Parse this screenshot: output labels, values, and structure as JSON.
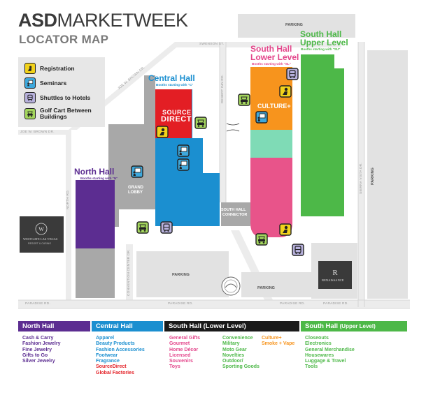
{
  "header": {
    "brand_bold": "ASD",
    "brand_light": "MARKETWEEK",
    "subtitle": "LOCATOR MAP"
  },
  "legend": {
    "items": [
      {
        "label": "Registration",
        "icon": "person-icon"
      },
      {
        "label": "Seminars",
        "icon": "presentation-icon"
      },
      {
        "label": "Shuttles to Hotels",
        "icon": "bus-icon"
      },
      {
        "label": "Golf Cart Between Buildings",
        "icon": "golf-cart-icon"
      }
    ]
  },
  "halls": {
    "central": {
      "title": "Central Hall",
      "sub": "Booths starting with \"C\""
    },
    "north": {
      "title": "North Hall",
      "sub": "Booths starting with \"N\""
    },
    "south_lower": {
      "title_1": "South Hall",
      "title_2": "Lower Level",
      "sub": "Booths starting with \"SL\""
    },
    "south_upper": {
      "title_1": "South Hall",
      "title_2": "Upper Level",
      "sub": "Booths starting with \"SU\""
    }
  },
  "areas": {
    "source_direct_1": "SOURCE",
    "source_direct_2": "DIRECT",
    "culture": "CULTURE+",
    "grand_lobby_1": "GRAND",
    "grand_lobby_2": "LOBBY",
    "connector_1": "SOUTH HALL",
    "connector_2": "CONNECTOR",
    "parking_top": "PARKING",
    "parking_right": "PARKING",
    "parking_bottom_left": "PARKING",
    "parking_bottom_right": "PARKING"
  },
  "roads": {
    "swenson": "SWENSON ST.",
    "joe_w_brown_diag": "JOE W. BROWN DR.",
    "joe_w_brown": "JOE W. BROWN DR.",
    "desert_inn": "DESERT INN RD.",
    "north_rd": "NORTH RD.",
    "convention_center": "CONVENTION CENTER DR.",
    "sierra_vista": "SIERRA VISTA DR.",
    "paradise_1": "PARADISE RD.",
    "paradise_2": "PARADISE RD.",
    "paradise_3": "PARADISE RD.",
    "paradise_4": "PARADISE RD."
  },
  "hotels": {
    "westgate_1": "WESTGATE LAS VEGAS",
    "westgate_2": "RESORT & CASINO",
    "renaissance": "RENAISSANCE"
  },
  "categories": [
    {
      "header": "North Hall",
      "color": "#5c2d91",
      "items": [
        "Cash & Carry",
        "Fashion Jewelry",
        "Fine Jewelry",
        "Gifts to Go",
        "Silver Jewelry"
      ]
    },
    {
      "header": "Central Hall",
      "color": "#1b8fd0",
      "items_blue": [
        "Apparel",
        "Beauty Products",
        "Fashion Accessories",
        "Footwear",
        "Fragrance"
      ],
      "items_red": [
        "SourceDirect",
        "Global Factories"
      ]
    },
    {
      "header": "South Hall (Lower Level)",
      "color": "#1a1a1a",
      "col1": [
        "General Gifts",
        "Gourmet",
        "Home Décor",
        "Licensed",
        "Souvenirs",
        "Toys"
      ],
      "col2": [
        "Convenience",
        "Military",
        "Moto Gear",
        "Novelties",
        "Outdoor/",
        "Sporting Goods"
      ],
      "col3": [
        "Culture+",
        "Smoke + Vape"
      ]
    },
    {
      "header": "South Hall",
      "header_suffix": "(Upper Level)",
      "color": "#4db848",
      "items": [
        "Closeouts",
        "Electronics",
        "General Merchandise",
        "Housewares",
        "Luggage & Travel",
        "Tools"
      ]
    }
  ],
  "colors": {
    "north": "#5c2d91",
    "central": "#1b8fd0",
    "source_direct": "#e31e24",
    "south_orange": "#f7941d",
    "south_mint": "#7fdbb6",
    "south_pink": "#e8548a",
    "south_upper": "#4db848",
    "lower_text": "#e3458a",
    "culture_text": "#f7941d",
    "gray_building": "#a8a8a8",
    "parking": "#e2e2e2",
    "icon_yellow": "#f2d21b",
    "icon_blue": "#3ea8dc",
    "icon_purple": "#b7b1dc",
    "icon_green": "#a4d65e"
  }
}
